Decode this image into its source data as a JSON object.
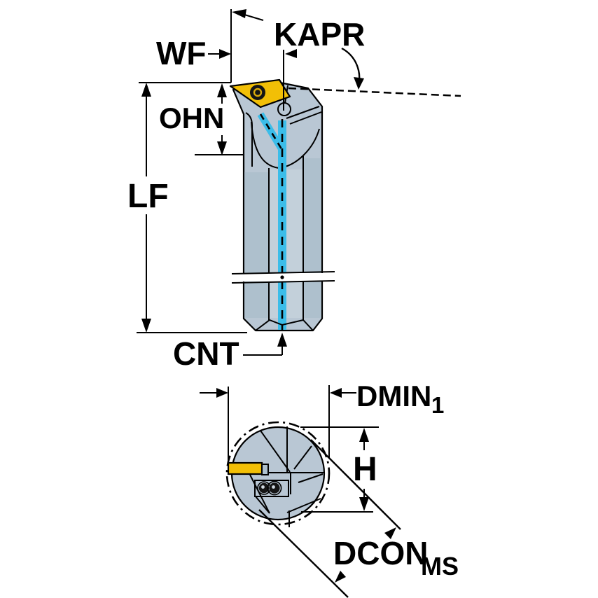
{
  "figure": {
    "type": "technical-dimension-diagram",
    "subject": "turning tool holder with vertical coolant channel, side view and shank end view"
  },
  "labels": {
    "wf": "WF",
    "kapr": "KAPR",
    "ohn": "OHN",
    "lf": "LF",
    "cnt": "CNT",
    "dmin": "DMIN",
    "dmin_sub": "1",
    "h": "H",
    "dcon": "DCON",
    "dcon_sub": "MS"
  },
  "colors": {
    "background": "#ffffff",
    "line": "#000000",
    "body_fill": "#b9c7d4",
    "body_fill_light": "#c3d0da",
    "body_fill_dark": "#aec0cd",
    "insert_yellow": "#f2bf06",
    "insert_gold_ring": "#d9a90a",
    "coolant_cyan": "#3bbde9"
  }
}
